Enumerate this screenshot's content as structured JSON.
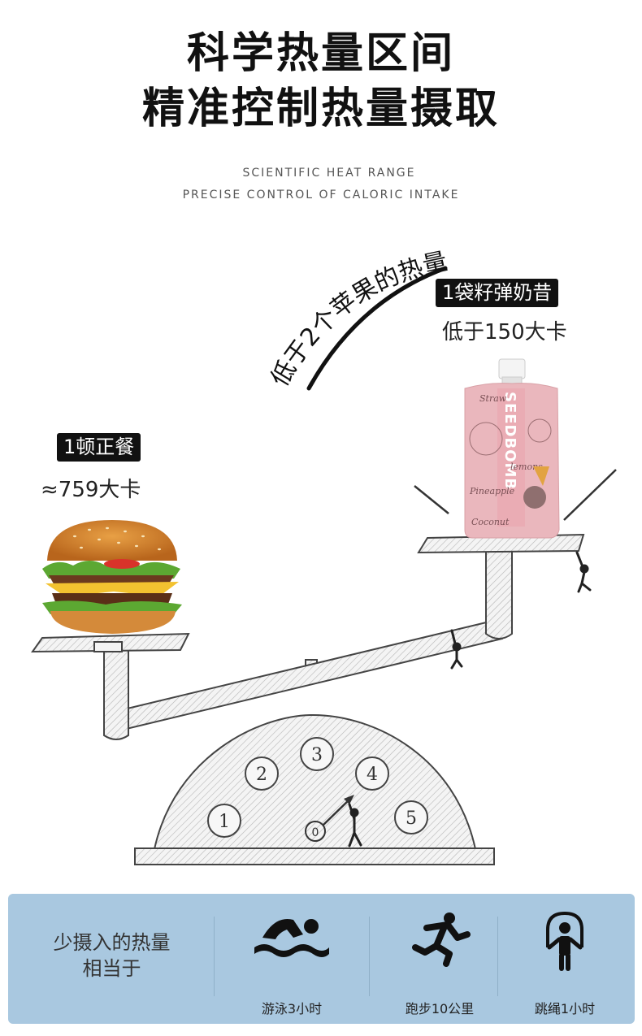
{
  "header": {
    "title_line1": "科学热量区间",
    "title_line2": "精准控制热量摄取",
    "subtitle_line1": "SCIENTIFIC HEAT RANGE",
    "subtitle_line2": "PRECISE CONTROL OF CALORIC INTAKE"
  },
  "scale": {
    "arc_text": "低于2个苹果的热量",
    "left": {
      "tag": "1顿正餐",
      "calories": "≈759大卡"
    },
    "right": {
      "tag": "1袋籽弹奶昔",
      "calories": "低于150大卡"
    },
    "product_brand": "SEEDBOMB",
    "product_words": [
      "Straw",
      "lemons",
      "Pineapple",
      "Coconut"
    ],
    "dial_numbers": [
      "1",
      "2",
      "3",
      "4",
      "5"
    ],
    "dial_pointer": "0"
  },
  "footer": {
    "label_line1": "少摄入的热量",
    "label_line2": "相当于",
    "activities": [
      {
        "icon": "swimming-icon",
        "label": "游泳3小时"
      },
      {
        "icon": "running-icon",
        "label": "跑步10公里"
      },
      {
        "icon": "jump-rope-icon",
        "label": "跳绳1小时"
      }
    ]
  },
  "colors": {
    "panel_bg": "#a9c8e0",
    "product_pink": "#eab7bd",
    "tag_bg": "#111111"
  }
}
